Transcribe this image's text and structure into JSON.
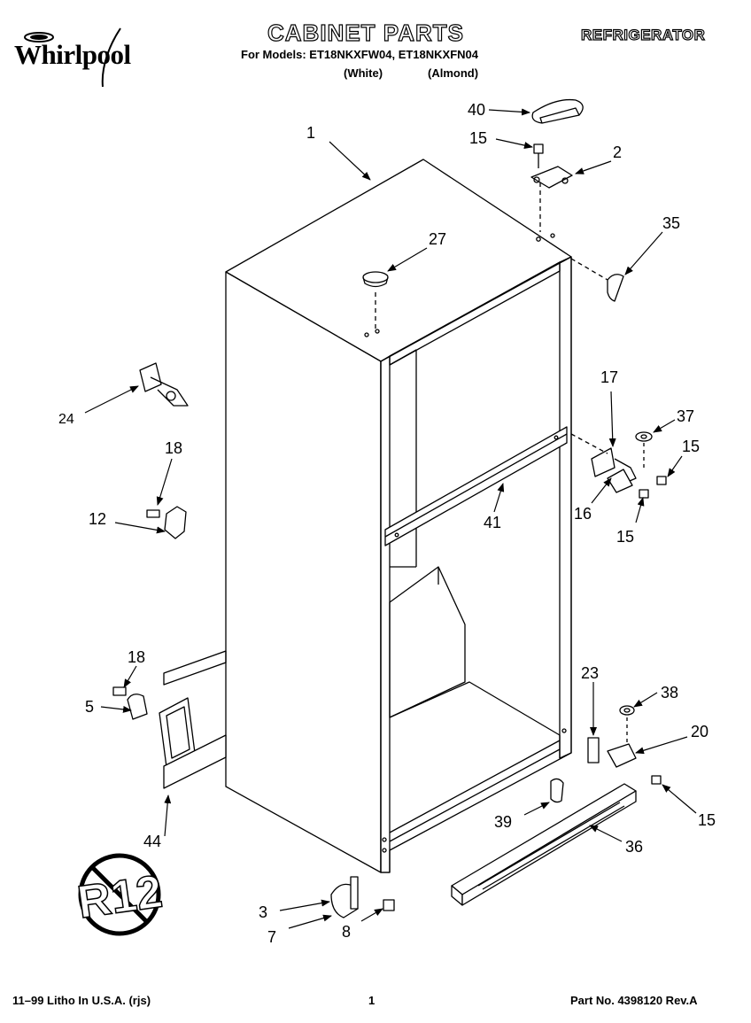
{
  "header": {
    "brand": "Whirlpool",
    "title": "CABINET PARTS",
    "category": "REFRIGERATOR",
    "models_line": "For Models: ET18NKXFW04, ET18NKXFN04",
    "color_white": "(White)",
    "color_almond": "(Almond)"
  },
  "badge": {
    "text": "R12",
    "icon": "no-r12-icon"
  },
  "callouts": {
    "n1": "1",
    "n2": "2",
    "n3": "3",
    "n5": "5",
    "n7": "7",
    "n8": "8",
    "n12": "12",
    "n15a": "15",
    "n15b": "15",
    "n15c": "15",
    "n15d": "15",
    "n16": "16",
    "n17": "17",
    "n18a": "18",
    "n18b": "18",
    "n20": "20",
    "n23": "23",
    "n24": "24",
    "n27": "27",
    "n35": "35",
    "n36": "36",
    "n37": "37",
    "n38": "38",
    "n39": "39",
    "n40": "40",
    "n41": "41",
    "n44": "44"
  },
  "footer": {
    "left": "11–99 Litho In U.S.A. (rjs)",
    "center": "1",
    "right": "Part No. 4398120 Rev.A"
  }
}
